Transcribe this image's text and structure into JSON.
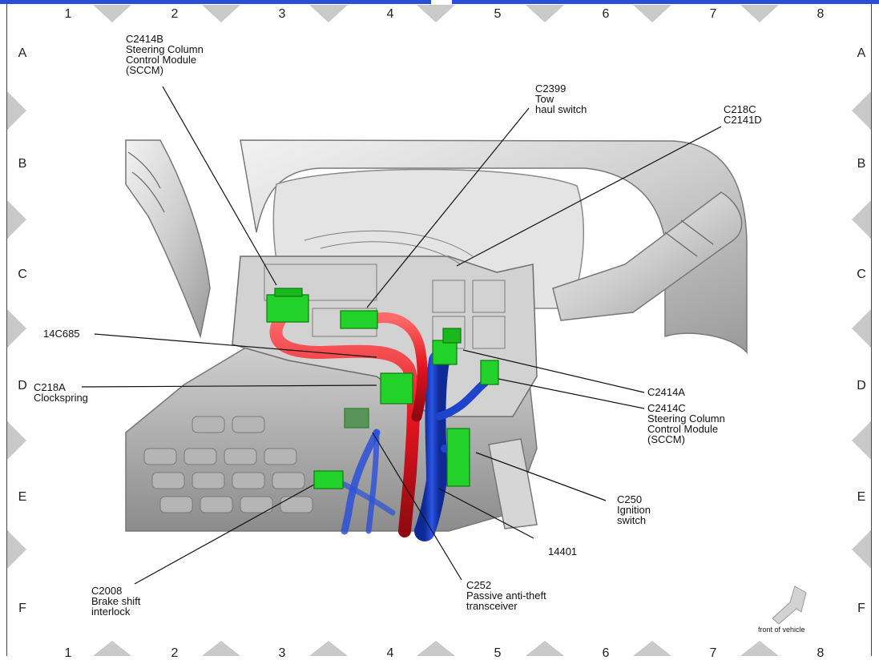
{
  "grid": {
    "columns": [
      "1",
      "2",
      "3",
      "4",
      "5",
      "6",
      "7",
      "8"
    ],
    "rows": [
      "A",
      "B",
      "C",
      "D",
      "E",
      "F"
    ]
  },
  "callouts": {
    "c2414b": "C2414B\nSteering Column\nControl Module\n(SCCM)",
    "c2399": "C2399\nTow\nhaul switch",
    "c218c": "C218C\nC2141D",
    "c14c685": "14C685",
    "c218a": "C218A\nClockspring",
    "c2414a": "C2414A",
    "c2414c": "C2414C\nSteering Column\nControl Module\n(SCCM)",
    "c250": "C250\nIgnition\nswitch",
    "c14401": "14401",
    "c2008": "C2008\nBrake shift\ninterlock",
    "c252": "C252\nPassive anti-theft\ntransceiver"
  },
  "front_of_vehicle": "front of vehicle",
  "colors": {
    "border": "#2a4fd6",
    "harness_red": "#e0141e",
    "harness_blue": "#1a3ec8",
    "connector_green": "#1ec81e",
    "body_gray": "#c8c8c8"
  },
  "icons": [
    "front-of-vehicle-arrow-icon"
  ]
}
